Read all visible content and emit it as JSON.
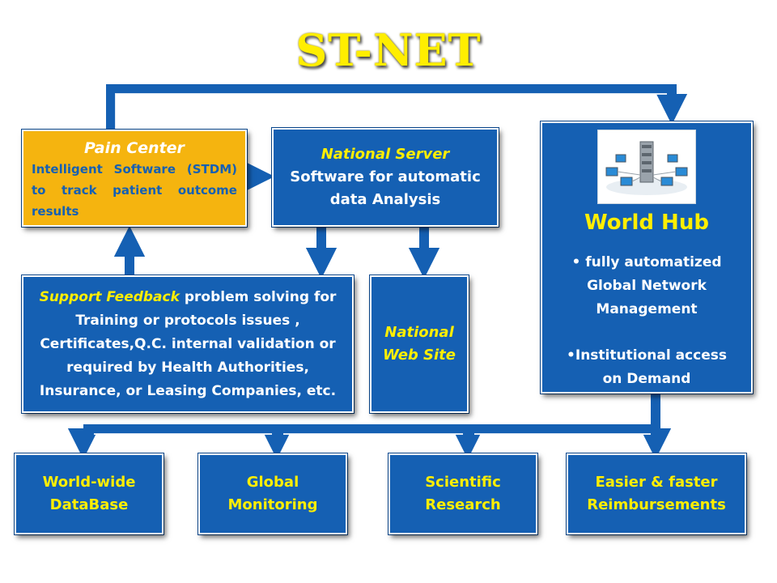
{
  "title": "ST-NET",
  "pain_center": {
    "title": "Pain Center",
    "description": "Intelligent Software (STDM) to track patient outcome results"
  },
  "national_server": {
    "title": "National Server",
    "line1": "Software for automatic",
    "line2": "data Analysis"
  },
  "world_hub": {
    "image_icon": "network-servers-icon",
    "title": "World Hub",
    "bullet1_line1": "• fully automatized",
    "bullet1_line2": "Global Network",
    "bullet1_line3": "Management",
    "bullet2_line1": "•Institutional access",
    "bullet2_line2": "on Demand"
  },
  "support_feedback": {
    "lead": "Support Feedback",
    "line1_rest": " problem solving for",
    "line2": "Training or protocols issues ,",
    "line3": "Certificates,Q.C. internal validation or",
    "line4": "required by Health Authorities,",
    "line5": "Insurance, or Leasing Companies, etc."
  },
  "national_web": {
    "line1": "National",
    "line2": "Web Site"
  },
  "outputs": [
    {
      "line1": "World-wide",
      "line2": "DataBase"
    },
    {
      "line1": "Global",
      "line2": "Monitoring"
    },
    {
      "line1": "Scientific",
      "line2": "Research"
    },
    {
      "line1": "Easier & faster",
      "line2": "Reimbursements"
    }
  ],
  "colors": {
    "box_blue": "#1560b3",
    "title_yellow": "#ffee00",
    "pain_orange": "#f5b40f"
  }
}
